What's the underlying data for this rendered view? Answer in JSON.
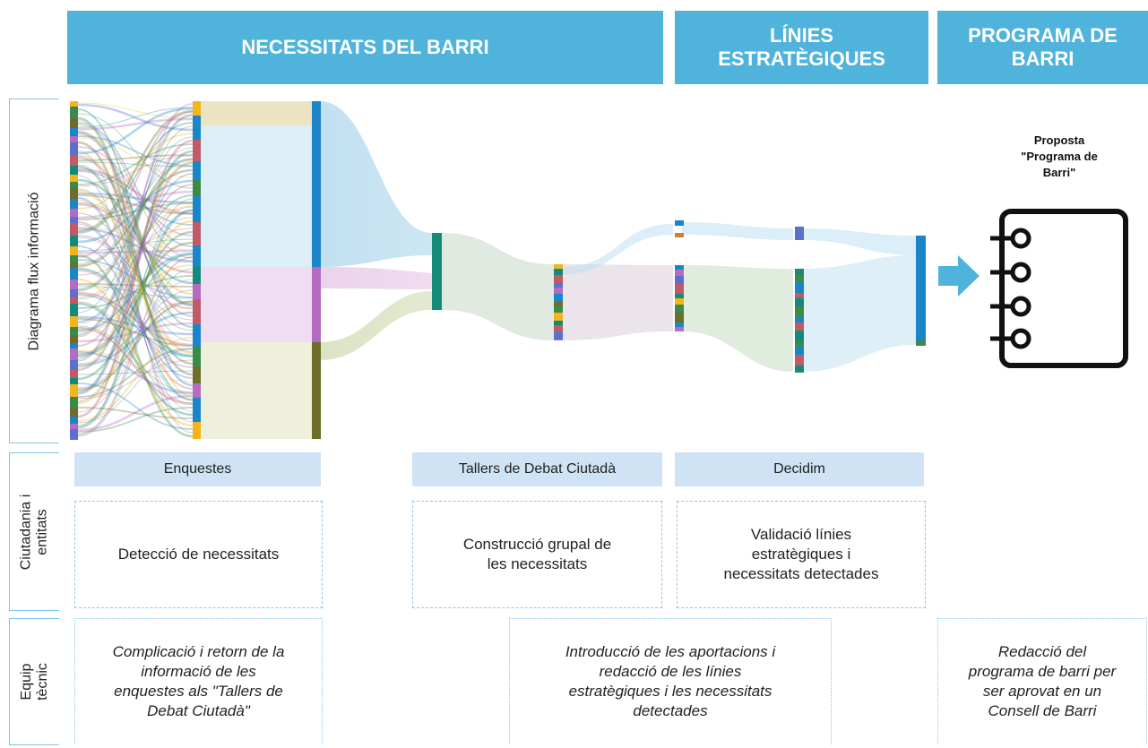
{
  "headers": {
    "necessitats": "NECESSITATS DEL BARRI",
    "linies": [
      "LÍNIES",
      "ESTRATÈGIQUES"
    ],
    "programa": [
      "PROGRAMA DE",
      "BARRI"
    ]
  },
  "rows": {
    "diagrama": "Diagrama flux informació",
    "ciutadania": [
      "Ciutadania i",
      "entitats"
    ],
    "equip": [
      "Equip",
      "tècnic"
    ]
  },
  "labels": {
    "enquestes": "Enquestes",
    "tallers": "Tallers de Debat Ciutadà",
    "decidim": "Decidim"
  },
  "ciutadania_boxes": {
    "deteccio": [
      "Detecció de necessitats"
    ],
    "construccio": [
      "Construcció grupal de",
      "les necessitats"
    ],
    "validacio": [
      "Validació línies",
      "estratègiques i",
      "necessitats detectades"
    ]
  },
  "equip_boxes": {
    "compilacio": [
      "Complicació i retorn de la",
      "informació de les",
      "enquestes als \"Tallers de",
      "Debat Ciutadà\""
    ],
    "introduccio": [
      "Introducció de les aportacions i",
      "redacció de les línies",
      "estratègiques i les necessitats",
      "detectades"
    ],
    "redaccio": [
      "Redacció del",
      "programa de barri per",
      "ser aprovat en un",
      "Consell de Barri"
    ]
  },
  "proposta": [
    "Proposta",
    "\"Programa de",
    "Barri\""
  ],
  "icons": {
    "arrow": "arrow-right-icon",
    "notebook": "notebook-icon"
  },
  "colors": {
    "header": "#4fb3dc",
    "label_bg": "#cfe3f4",
    "border": "#8ec7e6",
    "node_palette": [
      "#f3b51b",
      "#1a86c8",
      "#c05a67",
      "#3a8a4a",
      "#b46cc0",
      "#138a7a",
      "#6d6e2a",
      "#5b6fcb"
    ]
  }
}
